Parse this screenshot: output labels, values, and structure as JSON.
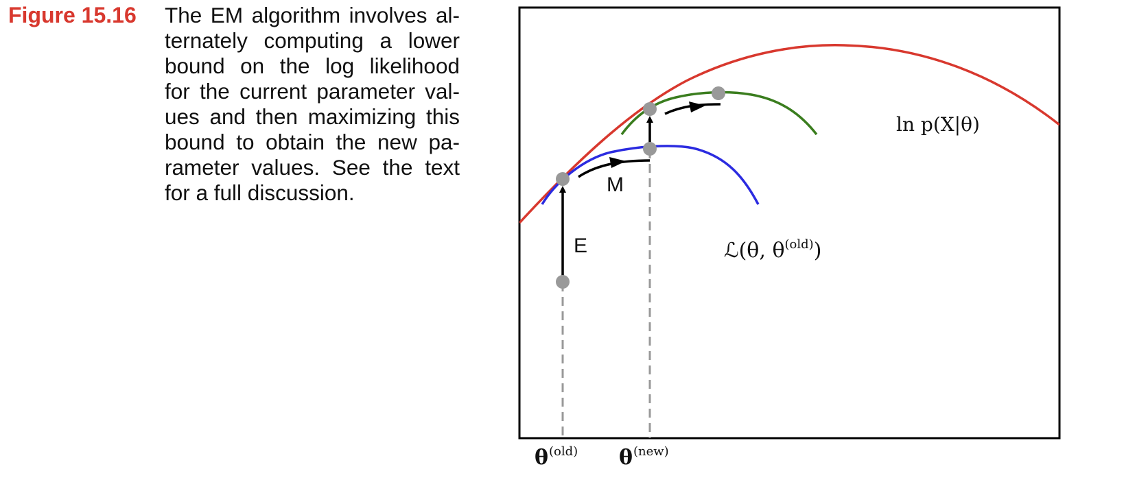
{
  "caption": {
    "label": "Figure 15.16",
    "label_color": "#d8382e",
    "lines": [
      "The EM algorithm involves al-",
      "ternately computing a lower",
      "bound on the log likelihood",
      "for the current parameter val-",
      "ues and then maximizing this",
      "bound to obtain the new pa-",
      "rameter values.  See the text",
      "for a full discussion."
    ]
  },
  "figure": {
    "labels": {
      "log_likelihood": "ln p(X|θ)",
      "lower_bound": "ℒ(θ, θ",
      "lower_bound_superscript": "(old)",
      "lower_bound_close": ")",
      "e_step": "E",
      "m_step": "M",
      "theta_symbol": "θ",
      "theta_old_sup": "(old)",
      "theta_new_sup": "(new)"
    },
    "colors": {
      "log_likelihood_curve": "#d8382e",
      "lower_bound_old_curve": "#2b2be0",
      "lower_bound_new_curve": "#3a7d1e",
      "points": "#999999",
      "dashed_guides": "#999999",
      "arrows": "#000000",
      "frame": "#000000"
    }
  }
}
